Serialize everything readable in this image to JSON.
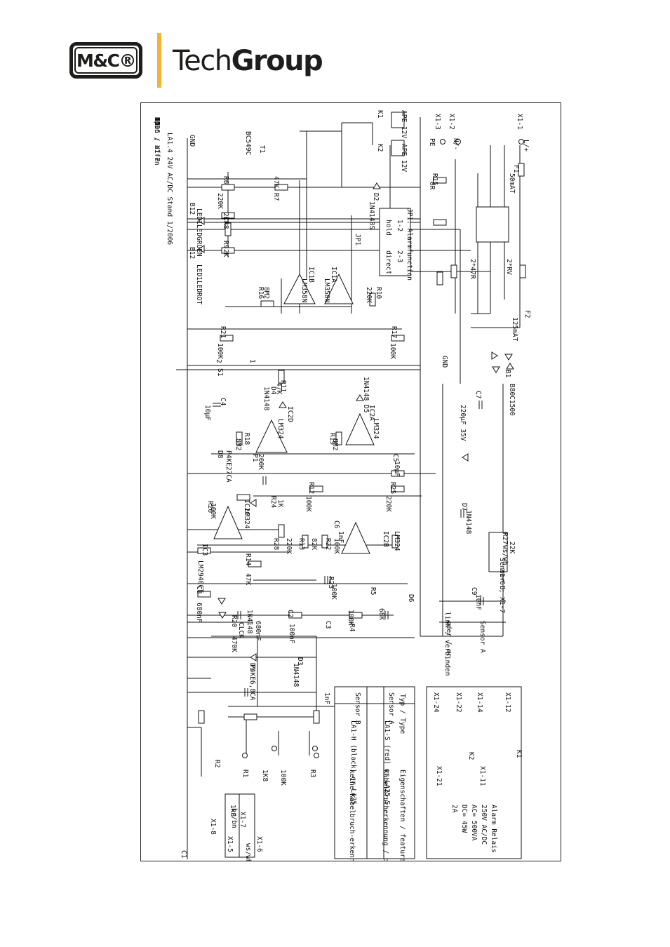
{
  "brand": {
    "logo_text": "M&C®",
    "name_light": "Tech",
    "name_bold": "Group",
    "accent_color": "#f5b335",
    "ink_color": "#1d1d1b"
  },
  "schematic": {
    "title": "LA1.4   24V AC/DC   Stand 1/2006",
    "labels": [
      "GND",
      "T1",
      "BC549C",
      "K1",
      "APE 12V",
      "K2",
      "APE 12V",
      "X1-3",
      "PE",
      "X1-2",
      "N/-",
      "X1-1",
      "L/+",
      "F1",
      "50mAT",
      "R6",
      "220K",
      "47K",
      "R7",
      "D2",
      "1N4148S",
      "R15",
      "0R",
      "B12",
      "2K",
      "R8",
      "LED1LEDGRUEN",
      "R9",
      "2K",
      "B12",
      "LED1LEDROT",
      "JP1",
      "JP1: Alarmfunction",
      "1-2",
      "hold",
      "2-3",
      "direct",
      "IC1B",
      "LM358N",
      "IC1A",
      "LM358N",
      "R16",
      "8M2",
      "R10",
      "220K",
      "2*47R",
      "2*RV",
      "F2",
      "125mAT",
      "R21",
      "100K",
      "R17",
      "100K",
      "GND",
      "2",
      "1",
      "S1",
      "R11",
      "47K",
      "1N4148 D5",
      "B1",
      "B80C1500",
      "D4",
      "1N4148",
      "C4",
      "10µF",
      "C7",
      "220µF 35V",
      "IC2D",
      "LM324",
      "IC2A",
      "LM324",
      "R18",
      "8M2",
      "R19",
      "8M2",
      "D8",
      "P4KE27CA",
      "P1",
      "200K",
      "C5",
      "10µF",
      "R12",
      "100K",
      "R25",
      "220K",
      "R26",
      "100K",
      "IC2C",
      "LM324",
      "R24",
      "1K",
      "D7",
      "1N4148",
      "C6",
      "1nF",
      "IC2B",
      "LM324",
      "R28",
      "220K",
      "R13",
      "82K",
      "R22",
      "100K",
      "R27",
      "22K",
      "IC3",
      "LM2940CT",
      "R14",
      "47K",
      "R23",
      "100K",
      "C9",
      "10nF",
      "C8",
      "680nF",
      "R20",
      "470K",
      "D6",
      "1N4148",
      "CLCK",
      "C2",
      "100nF",
      "180K",
      "R4",
      "R5",
      "68K",
      "C3",
      "680nF",
      "D3",
      "1N4148",
      "D1",
      "P4KE6,8CA",
      "1nF",
      "C1",
      "R1",
      "1K8",
      "100K",
      "R3",
      "R2",
      "1k8",
      "X1-5",
      "X1-8",
      "X1-7",
      "X1-6",
      "br/bn",
      "ws/wh",
      "ws/wh",
      "Sensor B",
      "X1-6 ; X1-7",
      "link / verbinden",
      "oder / or",
      "Sensor A",
      "X1-6 ; X1-7",
      "open / offen",
      "UI",
      "GND",
      "UO",
      "11",
      "4",
      "8"
    ],
    "table": {
      "headers": [
        "Typ / Type",
        "Eigenschaften / feature"
      ],
      "rows": [
        {
          "sensor": "Sensor A",
          "type": "LA1-S (red) or LA25-S",
          "feature": "Kabelbrucherkennung / open line detection"
        },
        {
          "sensor": "Sensor B",
          "type": "LA1-H (black) or LA25",
          "feature": "keine Kabelbruch-erkennung / no open line detection"
        }
      ]
    },
    "relay_box": {
      "terminals": [
        "X1-12",
        "X1-14",
        "X1-22",
        "X1-24",
        "X1-11",
        "X1-21"
      ],
      "relays": [
        "K1",
        "K2"
      ],
      "specs": [
        "Alarm Relais",
        "250V AC/DC",
        "AC= 500VA",
        "DC= 45W",
        "2A"
      ]
    }
  }
}
